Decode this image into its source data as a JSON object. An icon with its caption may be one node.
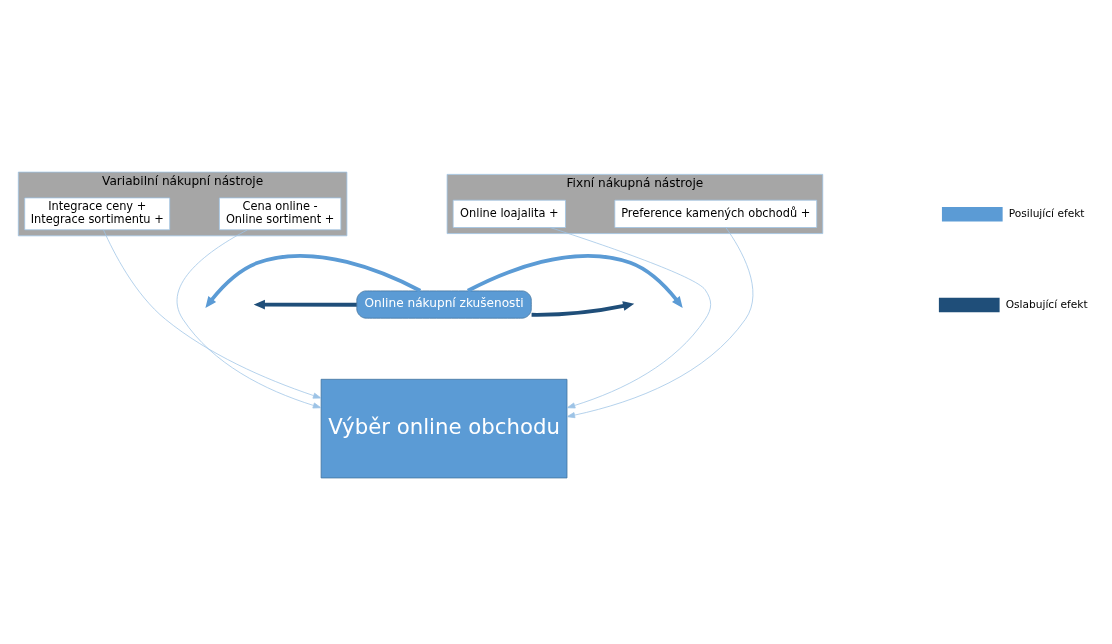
{
  "diagram": {
    "nodes": [
      {
        "text": [
          "Variabilní nákupní nástroje"
        ]
      },
      {
        "text": [
          "Cena online -",
          "Online sortiment +"
        ],
        "in": 0
      },
      {
        "text": [
          "Integrace ceny +",
          "Integrace sortimentu +"
        ],
        "in": 0
      },
      {
        "text": [
          "Fixní nákupná nástroje"
        ]
      },
      {
        "text": [
          "Preference kamených obchodů +"
        ],
        "in": 3
      },
      {
        "text": [
          "Online loajalita +"
        ],
        "in": 3
      },
      {
        "text": [
          "Online nákupní zkušenosti"
        ]
      },
      {
        "text": [
          "Výběr online obchodu"
        ]
      }
    ],
    "edges": [
      {
        "from": 1,
        "to": 7,
        "arrow": "to",
        "color": "#9dc3e6"
      },
      {
        "from": 2,
        "to": 7,
        "arrow": "to",
        "color": "#9dc3e6"
      },
      {
        "from": 4,
        "to": 7,
        "arrow": "to",
        "color": "#9dc3e6"
      },
      {
        "from": 5,
        "to": 7,
        "arrow": "to",
        "color": "#9dc3e6"
      },
      {
        "from": 6,
        "to": null,
        "arrow": "to",
        "style": "thick",
        "color": "#5b9bd5"
      },
      {
        "from": 6,
        "to": null,
        "arrow": "to",
        "style": "thick",
        "color": "#5b9bd5"
      },
      {
        "from": 6,
        "to": null,
        "arrow": "to",
        "style": "thick",
        "color": "#1f4e79"
      },
      {
        "from": 6,
        "to": null,
        "arrow": "to",
        "style": "thick",
        "color": "#1f4e79"
      }
    ],
    "legend": [
      {
        "text": "Posilující efekt",
        "color": "#5b9bd5"
      },
      {
        "text": "Oslabující efekt",
        "color": "#1f4e79"
      }
    ]
  }
}
